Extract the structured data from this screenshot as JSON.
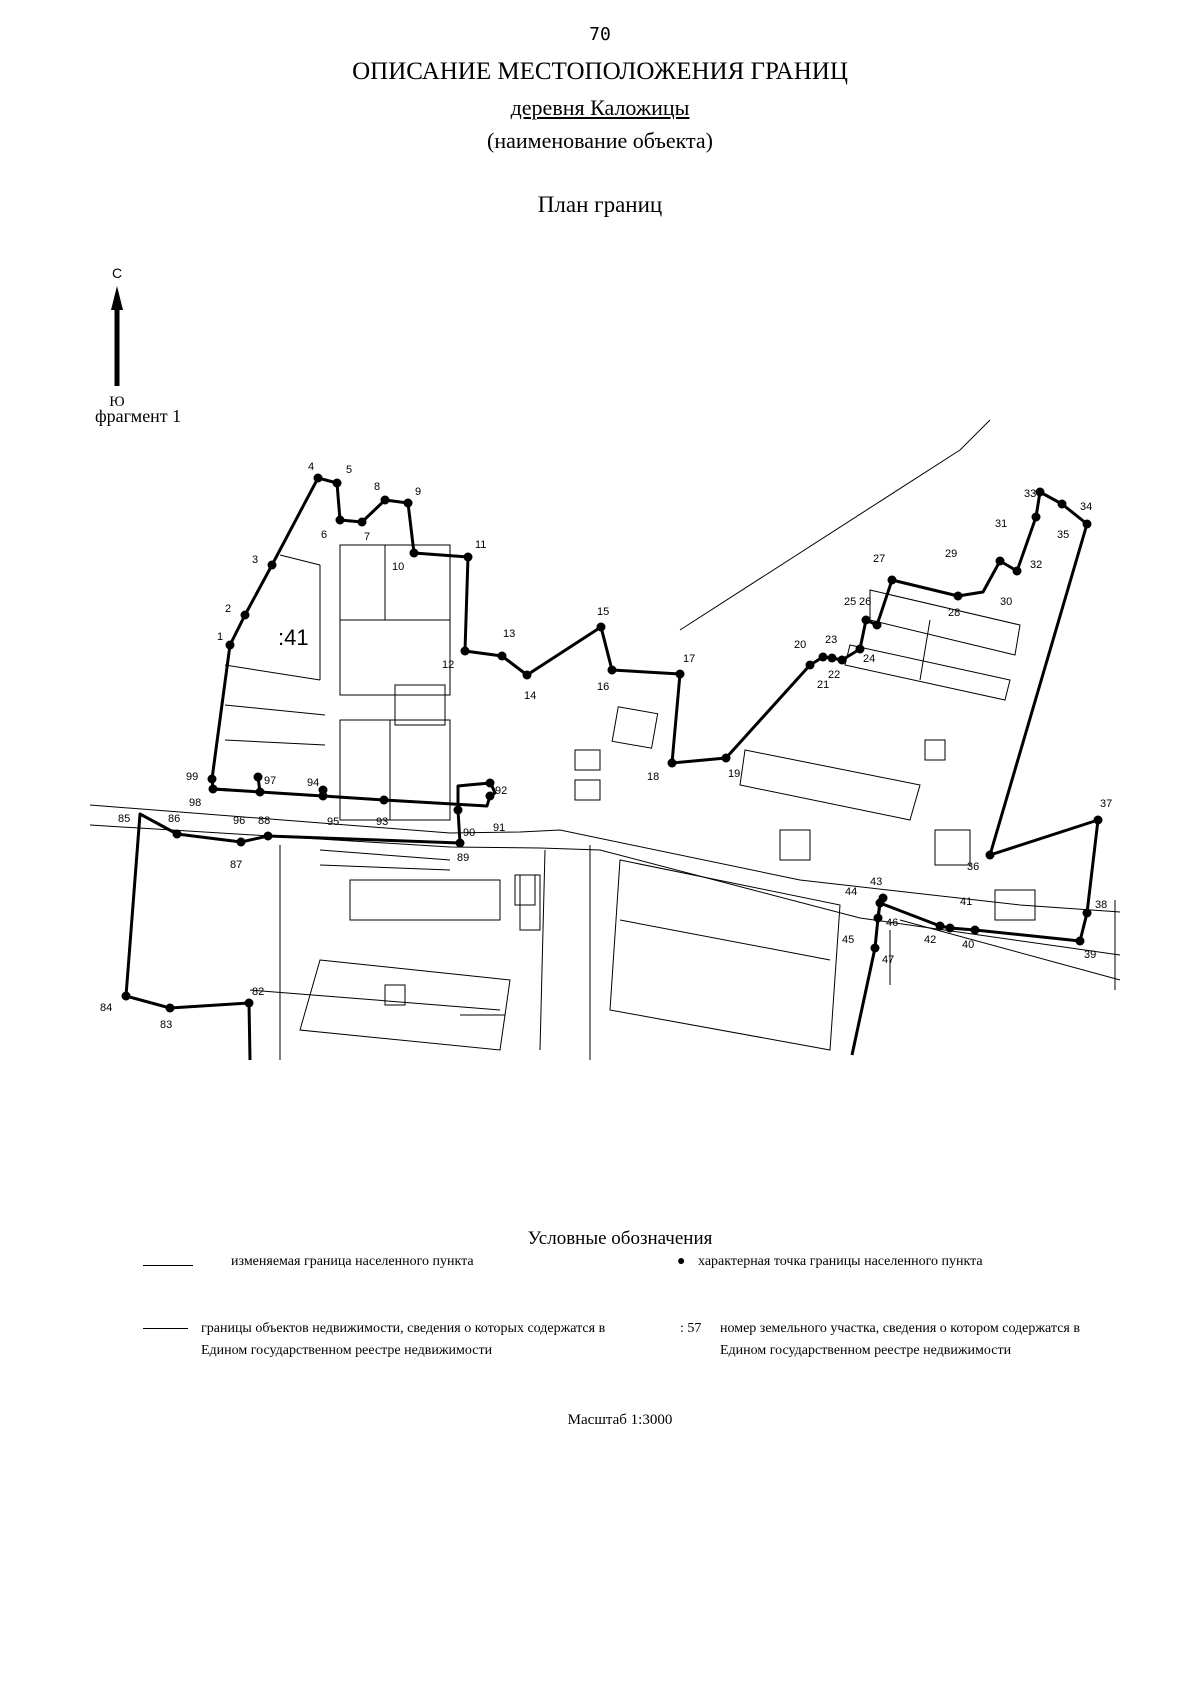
{
  "page_number": "70",
  "title": "ОПИСАНИЕ МЕСТОПОЛОЖЕНИЯ ГРАНИЦ",
  "object_name": "деревня Каложицы",
  "object_caption": "(наименование объекта)",
  "plan_title": "План границ",
  "compass": {
    "north": "С",
    "south": "Ю"
  },
  "fragment_label": "фрагмент 1",
  "parcel_label": ":41",
  "boundary_points": [
    "1",
    "2",
    "3",
    "4",
    "5",
    "6",
    "7",
    "8",
    "9",
    "10",
    "11",
    "12",
    "13",
    "14",
    "15",
    "16",
    "17",
    "18",
    "19",
    "20",
    "21",
    "22",
    "23",
    "24",
    "25",
    "26",
    "27",
    "28",
    "29",
    "30",
    "31",
    "32",
    "33",
    "34",
    "35",
    "36",
    "37",
    "38",
    "39",
    "40",
    "41",
    "42",
    "43",
    "44",
    "45",
    "46",
    "47",
    "82",
    "83",
    "84",
    "85",
    "86",
    "87",
    "88",
    "89",
    "90",
    "91",
    "92",
    "93",
    "94",
    "95",
    "96",
    "97",
    "98",
    "99"
  ],
  "legend": {
    "title": "Условные обозначения",
    "item1": "изменяемая граница населенного пункта",
    "item2": "характерная точка границы населенного пункта",
    "item3": "границы объектов недвижимости, сведения о которых содержатся в Едином государственном реестре недвижимости",
    "item4": "номер земельного участка, сведения о котором содержатся в Едином государственном реестре недвижимости",
    "item4_symbol": ": 57"
  },
  "scale": "Масштаб 1:3000"
}
